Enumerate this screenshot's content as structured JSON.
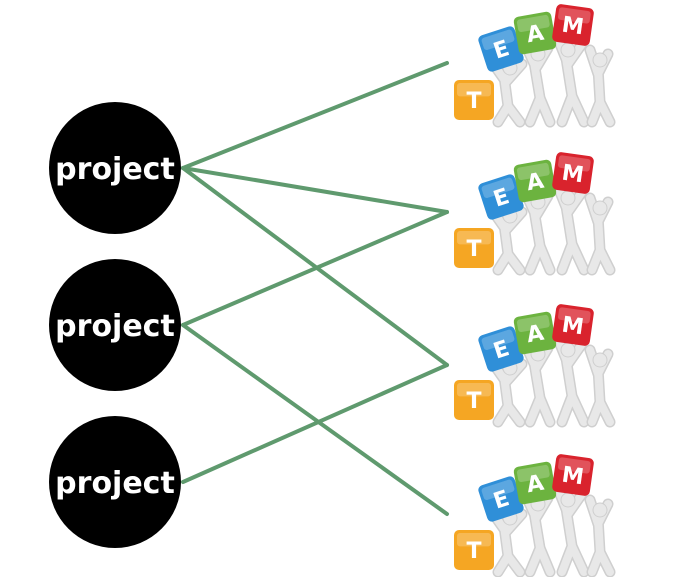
{
  "projects": [
    {
      "label": "project"
    },
    {
      "label": "project"
    },
    {
      "label": "project"
    }
  ],
  "teams": [
    {
      "letters": [
        "T",
        "E",
        "A",
        "M"
      ]
    },
    {
      "letters": [
        "T",
        "E",
        "A",
        "M"
      ]
    },
    {
      "letters": [
        "T",
        "E",
        "A",
        "M"
      ]
    },
    {
      "letters": [
        "T",
        "E",
        "A",
        "M"
      ]
    }
  ],
  "connections": [
    {
      "from": "project-1",
      "to": "team-1"
    },
    {
      "from": "project-1",
      "to": "team-2"
    },
    {
      "from": "project-1",
      "to": "team-3"
    },
    {
      "from": "project-2",
      "to": "team-2"
    },
    {
      "from": "project-2",
      "to": "team-4"
    },
    {
      "from": "project-3",
      "to": "team-3"
    }
  ],
  "colors": {
    "connector": "#5f9a6e",
    "node_fill": "#000000",
    "node_text": "#ffffff",
    "block_orange": "#f5a623",
    "block_blue": "#2f8fd8",
    "block_green": "#6cb33f",
    "block_red": "#d9232d",
    "figure": "#e8e8e8"
  },
  "icons": [
    "team-building-figures-icon"
  ]
}
